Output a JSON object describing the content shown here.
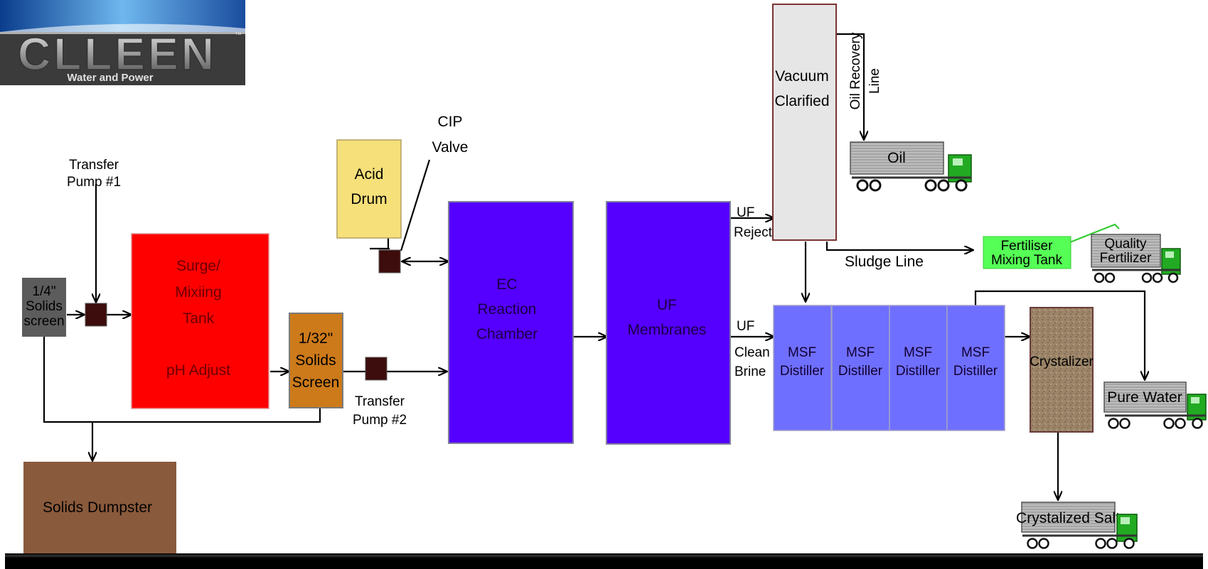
{
  "logo": {
    "text": "CLLEEN",
    "tagline": "Water and Power",
    "tm": "™"
  },
  "labels": {
    "transfer_pump_1": [
      "Transfer",
      "Pump #1"
    ],
    "solids_screen_quarter": [
      "1/4\"",
      "Solids",
      "screen"
    ],
    "surge_tank": [
      "Surge/",
      "Mixiing",
      "Tank",
      "pH Adjust"
    ],
    "solids_screen_32nd": [
      "1/32\"",
      "Solids",
      "Screen"
    ],
    "transfer_pump_2": [
      "Transfer",
      "Pump #2"
    ],
    "acid_drum": [
      "Acid",
      "Drum"
    ],
    "cip_valve": [
      "CIP",
      "Valve"
    ],
    "ec_chamber": [
      "EC",
      "Reaction",
      "Chamber"
    ],
    "uf_membranes": [
      "UF",
      "Membranes"
    ],
    "uf_reject": [
      "UF",
      "Reject"
    ],
    "uf_clean_brine": [
      "UF",
      "Clean",
      "Brine"
    ],
    "vacuum_clarified": [
      "Vacuum",
      "Clarified"
    ],
    "oil_recovery_line": [
      "Oil Recovery",
      "Line"
    ],
    "oil_truck": "Oil",
    "sludge_line": "Sludge Line",
    "fertiliser_tank": [
      "Fertiliser",
      "Mixing Tank"
    ],
    "quality_fertilizer_truck": [
      "Quality",
      "Fertilizer"
    ],
    "msf_distiller": [
      "MSF",
      "Distiller"
    ],
    "crystalizer": "Crystalizer",
    "pure_water_truck": "Pure Water",
    "crystalized_salt_truck": "Crystalized Salt",
    "solids_dumpster": "Solids Dumpster"
  },
  "colors": {
    "surge_tank": "#ff0000",
    "solids_screen_32nd": "#cc7a1a",
    "acid_drum": "#f5e07a",
    "ec_chamber": "#5500ff",
    "uf_membranes": "#5500ff",
    "vacuum_clarified": "#e6e6e6",
    "msf_distiller": "#6f6fff",
    "fertiliser_tank": "#55ff55",
    "dumpster": "#8a5a3c",
    "screen_quarter": "#5c5c5c",
    "pump": "#3d0c0c",
    "truck_cab": "#22aa22"
  }
}
